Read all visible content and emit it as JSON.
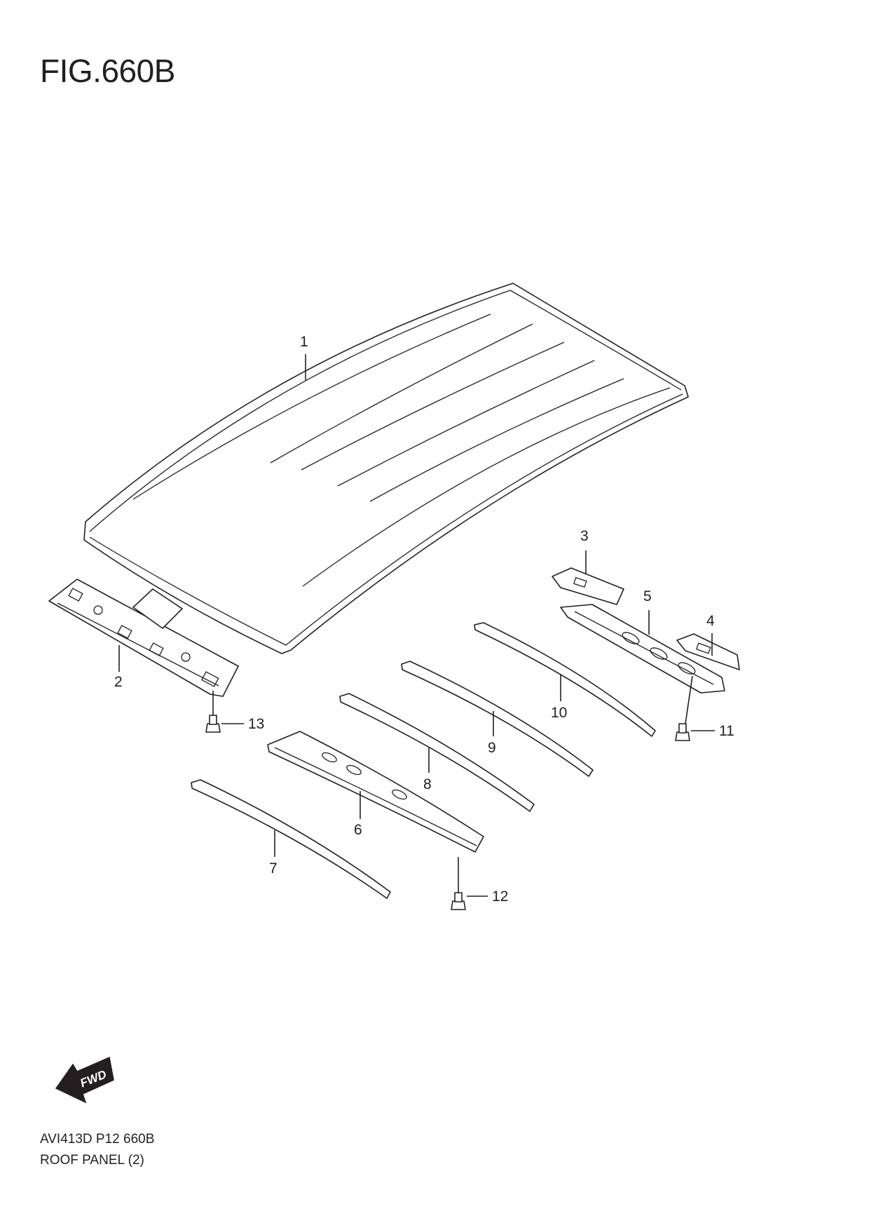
{
  "figure": {
    "title": "FIG.660B"
  },
  "footer": {
    "code": "AVI413D P12 660B",
    "name": "ROOF PANEL (2)"
  },
  "fwd_label": "FWD",
  "callouts": [
    {
      "id": "1",
      "label": "1"
    },
    {
      "id": "2",
      "label": "2"
    },
    {
      "id": "3",
      "label": "3"
    },
    {
      "id": "4",
      "label": "4"
    },
    {
      "id": "5",
      "label": "5"
    },
    {
      "id": "6",
      "label": "6"
    },
    {
      "id": "7",
      "label": "7"
    },
    {
      "id": "8",
      "label": "8"
    },
    {
      "id": "9",
      "label": "9"
    },
    {
      "id": "10",
      "label": "10"
    },
    {
      "id": "11",
      "label": "11"
    },
    {
      "id": "12",
      "label": "12"
    },
    {
      "id": "13",
      "label": "13"
    }
  ]
}
